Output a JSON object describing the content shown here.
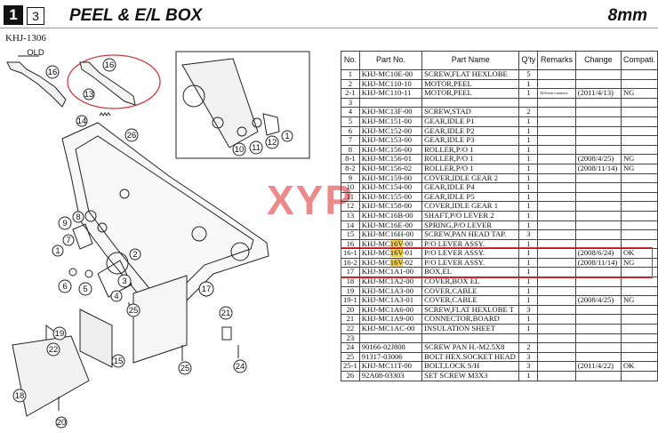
{
  "header": {
    "section_number": "1",
    "sub_number": "3",
    "title": "PEEL & E/L BOX",
    "size": "8mm",
    "model": "KHJ-1306"
  },
  "diagram": {
    "old_label": "OLD",
    "callouts": [
      "16",
      "16",
      "13",
      "14",
      "26",
      "9",
      "8",
      "7",
      "1",
      "2",
      "6",
      "5",
      "3",
      "4",
      "25",
      "17",
      "19",
      "22",
      "15",
      "18",
      "20",
      "25",
      "21",
      "24",
      "10",
      "11",
      "12",
      "1"
    ]
  },
  "watermark": "XYP",
  "table": {
    "columns": [
      "No.",
      "Part No.",
      "Part Name",
      "Q'ty",
      "Remarks",
      "Change",
      "Compati."
    ],
    "rows": [
      {
        "no": "1",
        "pn": "KHJ-MC10E-00",
        "name": "SCREW,FLAT HEXLOBE",
        "qty": "5",
        "rem": "",
        "chg": "",
        "cmp": ""
      },
      {
        "no": "2",
        "pn": "KHJ-MC110-10",
        "name": "MOTOR,PEEL",
        "qty": "1",
        "rem": "",
        "chg": "",
        "cmp": ""
      },
      {
        "no": "2-1",
        "pn": "KHJ-MC110-11",
        "name": "MOTOR,PEEL",
        "qty": "1",
        "rem": "Different connector",
        "chg": "(2011/4/13)",
        "cmp": "NG"
      },
      {
        "no": "3",
        "pn": "",
        "name": "",
        "qty": "",
        "rem": "",
        "chg": "",
        "cmp": ""
      },
      {
        "no": "4",
        "pn": "KHJ-MC13F-00",
        "name": "SCREW,STAD",
        "qty": "2",
        "rem": "",
        "chg": "",
        "cmp": ""
      },
      {
        "no": "5",
        "pn": "KHJ-MC151-00",
        "name": "GEAR,IDLE P1",
        "qty": "1",
        "rem": "",
        "chg": "",
        "cmp": ""
      },
      {
        "no": "6",
        "pn": "KHJ-MC152-00",
        "name": "GEAR,IDLE P2",
        "qty": "1",
        "rem": "",
        "chg": "",
        "cmp": ""
      },
      {
        "no": "7",
        "pn": "KHJ-MC153-00",
        "name": "GEAR,IDLE P3",
        "qty": "1",
        "rem": "",
        "chg": "",
        "cmp": ""
      },
      {
        "no": "8",
        "pn": "KHJ-MC156-00",
        "name": "ROLLER,P/O 1",
        "qty": "1",
        "rem": "",
        "chg": "",
        "cmp": ""
      },
      {
        "no": "8-1",
        "pn": "KHJ-MC156-01",
        "name": "ROLLER,P/O 1",
        "qty": "1",
        "rem": "",
        "chg": "(2008/4/25)",
        "cmp": "NG"
      },
      {
        "no": "8-2",
        "pn": "KHJ-MC156-02",
        "name": "ROLLER,P/O 1",
        "qty": "1",
        "rem": "",
        "chg": "(2008/11/14)",
        "cmp": "NG"
      },
      {
        "no": "9",
        "pn": "KHJ-MC159-00",
        "name": "COVER,IDLE GEAR 2",
        "qty": "1",
        "rem": "",
        "chg": "",
        "cmp": ""
      },
      {
        "no": "10",
        "pn": "KHJ-MC154-00",
        "name": "GEAR,IDLE P4",
        "qty": "1",
        "rem": "",
        "chg": "",
        "cmp": ""
      },
      {
        "no": "11",
        "pn": "KHJ-MC155-00",
        "name": "GEAR,IDLE P5",
        "qty": "1",
        "rem": "",
        "chg": "",
        "cmp": ""
      },
      {
        "no": "12",
        "pn": "KHJ-MC158-00",
        "name": "COVER,IDLE GEAR 1",
        "qty": "1",
        "rem": "",
        "chg": "",
        "cmp": ""
      },
      {
        "no": "13",
        "pn": "KHJ-MC16B-00",
        "name": "SHAFT,P/O LEVER 2",
        "qty": "1",
        "rem": "",
        "chg": "",
        "cmp": ""
      },
      {
        "no": "14",
        "pn": "KHJ-MC16E-00",
        "name": "SPRING,P/O LEVER",
        "qty": "1",
        "rem": "",
        "chg": "",
        "cmp": ""
      },
      {
        "no": "15",
        "pn": "KHJ-MC16H-00",
        "name": "SCREW,PAN HEAD TAP.",
        "qty": "3",
        "rem": "",
        "chg": "",
        "cmp": ""
      },
      {
        "no": "16",
        "pn_a": "KHJ-MC",
        "pn_h": "16V",
        "pn_b": "-00",
        "name": "P/O LEVER ASSY.",
        "qty": "1",
        "rem": "",
        "chg": "",
        "cmp": ""
      },
      {
        "no": "16-1",
        "pn_a": "KHJ-MC",
        "pn_h": "16V",
        "pn_b": "-01",
        "name": "P/O LEVER ASSY.",
        "qty": "1",
        "rem": "",
        "chg": "(2008/6/24)",
        "cmp": "OK"
      },
      {
        "no": "16-2",
        "pn_a": "KHJ-MC",
        "pn_h": "16V",
        "pn_b": "-02",
        "name": "P/O LEVER ASSY.",
        "qty": "1",
        "rem": "",
        "chg": "(2008/11/14)",
        "cmp": "NG"
      },
      {
        "no": "17",
        "pn": "KHJ-MC1A1-00",
        "name": "BOX,EL",
        "qty": "1",
        "rem": "",
        "chg": "",
        "cmp": ""
      },
      {
        "no": "18",
        "pn": "KHJ-MC1A2-00",
        "name": "COVER,BOX EL",
        "qty": "1",
        "rem": "",
        "chg": "",
        "cmp": ""
      },
      {
        "no": "19",
        "pn": "KHJ-MC1A3-00",
        "name": "COVER,CABLE",
        "qty": "1",
        "rem": "",
        "chg": "",
        "cmp": ""
      },
      {
        "no": "19-1",
        "pn": "KHJ-MC1A3-01",
        "name": "COVER,CABLE",
        "qty": "1",
        "rem": "",
        "chg": "(2008/4/25)",
        "cmp": "NG"
      },
      {
        "no": "20",
        "pn": "KHJ-MC1A6-00",
        "name": "SCREW,FLAT HEXLOBE T",
        "qty": "3",
        "rem": "",
        "chg": "",
        "cmp": ""
      },
      {
        "no": "21",
        "pn": "KHJ-MC1A9-00",
        "name": "CONNECTOR,BOARD",
        "qty": "1",
        "rem": "",
        "chg": "",
        "cmp": ""
      },
      {
        "no": "22",
        "pn": "KHJ-MC1AC-00",
        "name": "INSULATION SHEET",
        "qty": "1",
        "rem": "",
        "chg": "",
        "cmp": ""
      },
      {
        "no": "23",
        "pn": "",
        "name": "",
        "qty": "",
        "rem": "",
        "chg": "",
        "cmp": ""
      },
      {
        "no": "24",
        "pn": "90166-02J808",
        "name": "SCREW PAN H.-M2.5X8",
        "qty": "2",
        "rem": "",
        "chg": "",
        "cmp": ""
      },
      {
        "no": "25",
        "pn": "91317-03006",
        "name": "BOLT HEX.SOCKET HEAD",
        "qty": "3",
        "rem": "",
        "chg": "",
        "cmp": ""
      },
      {
        "no": "25-1",
        "pn": "KHJ-MC11T-00",
        "name": "BOLT,LOCK S/H",
        "qty": "3",
        "rem": "",
        "chg": "(2011/4/22)",
        "cmp": "OK"
      },
      {
        "no": "26",
        "pn": "92A08-03303",
        "name": "SET SCREW  M3X3",
        "qty": "1",
        "rem": "",
        "chg": "",
        "cmp": ""
      }
    ]
  }
}
